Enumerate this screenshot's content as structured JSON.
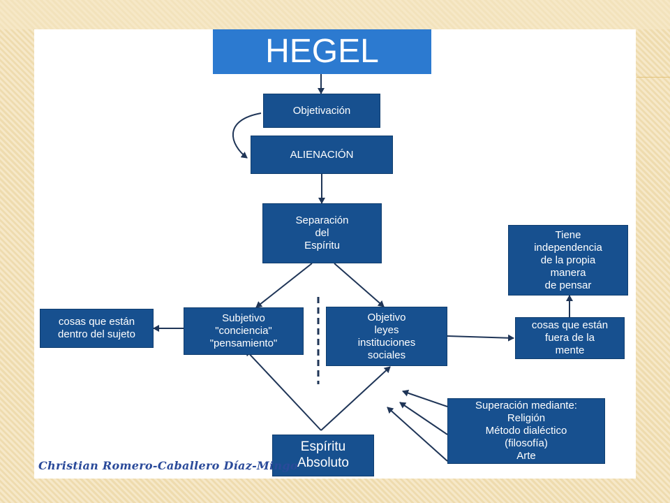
{
  "diagram": {
    "title": "HEGEL",
    "nodes": {
      "objetivacion": "Objetivación",
      "alienacion": "ALIENACIÓN",
      "separacion": "Separación\ndel\nEspíritu",
      "subjetivo": "Subjetivo\n\"conciencia\"\n\"pensamiento\"",
      "objetivo": "Objetivo\nleyes\ninstituciones\nsociales",
      "dentro_sujeto": "cosas que están\ndentro del sujeto",
      "fuera_mente": "cosas que están\nfuera de la\nmente",
      "independencia": "Tiene\nindependencia\nde la propia\nmanera\nde pensar",
      "superacion": "Superación mediante:\nReligión\nMétodo dialéctico\n(filosofía)\nArte",
      "espiritu_absoluto": "Espíritu\nAbsoluto"
    },
    "signature": "Christian Romero-Caballero Díaz-Mingo"
  },
  "colors": {
    "node_fill": "#17508f",
    "title_fill": "#2c7ad0",
    "arrow": "#1f3557",
    "background": "#f3e2b8"
  }
}
